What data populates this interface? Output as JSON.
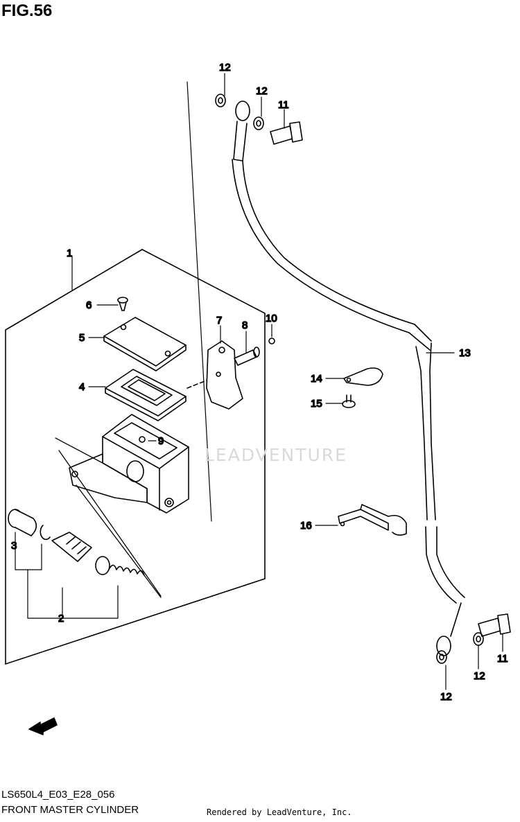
{
  "header": {
    "fig_label": "FIG.56"
  },
  "footer": {
    "model_code": "LS650L4_E03_E28_056",
    "diagram_name": "FRONT MASTER CYLINDER",
    "rendered_by": "Rendered by LeadVenture, Inc."
  },
  "watermark": {
    "text": "LEADVENTURE"
  },
  "fwd_badge": {
    "label": "FWD"
  },
  "callouts": [
    {
      "label": "1",
      "part": "master-cylinder-assembly"
    },
    {
      "label": "2",
      "part": "piston-cup-set"
    },
    {
      "label": "3",
      "part": "boot"
    },
    {
      "label": "4",
      "part": "diaphragm"
    },
    {
      "label": "5",
      "part": "reservoir-cap"
    },
    {
      "label": "6",
      "part": "cap-screw"
    },
    {
      "label": "7",
      "part": "holder"
    },
    {
      "label": "8",
      "part": "holder-bolt"
    },
    {
      "label": "9",
      "part": "bleeder"
    },
    {
      "label": "10",
      "part": "nut"
    },
    {
      "label": "11",
      "part": "union-bolt-top"
    },
    {
      "label": "12",
      "part": "gasket-top-left"
    },
    {
      "label": "12",
      "part": "gasket-top-right"
    },
    {
      "label": "13",
      "part": "brake-hose"
    },
    {
      "label": "14",
      "part": "clamp"
    },
    {
      "label": "15",
      "part": "clamp-bolt"
    },
    {
      "label": "16",
      "part": "hose-bracket"
    },
    {
      "label": "11",
      "part": "union-bolt-bottom"
    },
    {
      "label": "12",
      "part": "gasket-bottom-right"
    },
    {
      "label": "12",
      "part": "gasket-bottom-left"
    }
  ]
}
